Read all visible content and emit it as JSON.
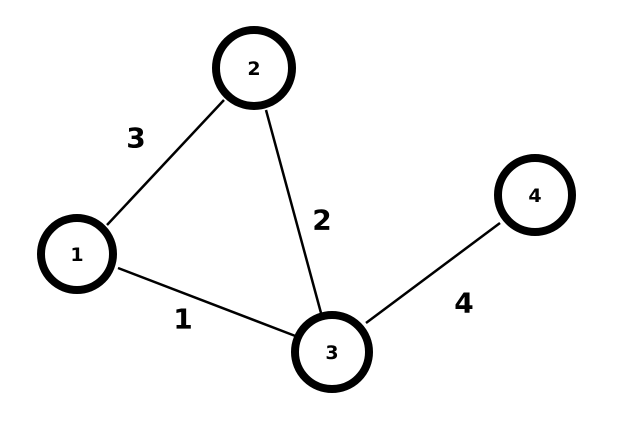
{
  "graph": {
    "nodes": [
      {
        "id": "1",
        "label": "1"
      },
      {
        "id": "2",
        "label": "2"
      },
      {
        "id": "3",
        "label": "3"
      },
      {
        "id": "4",
        "label": "4"
      }
    ],
    "edges": [
      {
        "from": "1",
        "to": "2",
        "weight": "3"
      },
      {
        "from": "2",
        "to": "3",
        "weight": "2"
      },
      {
        "from": "1",
        "to": "3",
        "weight": "1"
      },
      {
        "from": "3",
        "to": "4",
        "weight": "4"
      }
    ],
    "colors": {
      "stroke": "#000000",
      "node_fill": "#ffffff",
      "background": "#ffffff"
    }
  }
}
